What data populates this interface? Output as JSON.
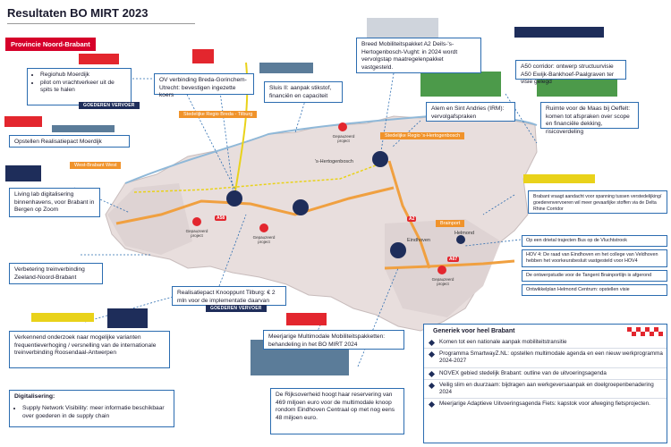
{
  "header": {
    "title": "Resultaten BO MIRT 2023",
    "province": "Provincie Noord-Brabant"
  },
  "colors": {
    "accent": "#d6002a",
    "navy": "#1e2d5a",
    "link": "#2b6cb0",
    "orange": "#f0932b",
    "map": "#e7dedc"
  },
  "left_boxes": {
    "moerdijk": [
      "Regiohub Moerdijk",
      "pilot om vrachtverkeer uit de spits te halen"
    ],
    "realisatiepact": "Opstellen Realisatiepact Moerdijk",
    "living_lab": "Living lab digitalisering binnenhavens, voor Brabant in Bergen op Zoom",
    "trein": "Verbetering treinverbinding Zeeland-Noord-Brabant",
    "verkennend": "Verkennend onderzoek naar mogelijke varianten frequentieverhoging / versnelling van de internationale treinverbinding Roosendaal-Antwerpen"
  },
  "tags": {
    "goederen": "GOEDEREN VERVOER"
  },
  "regions": {
    "breda_tilburg": "Stedelijke Regio Breda - Tilburg",
    "west_brabant": "West-Brabant West",
    "hertogenbosch": "Stedelijke Regio 's-Hertogenbosch",
    "brainport": "Brainport"
  },
  "top_boxes": {
    "ov": "OV verbinding Breda-Gorinchem-Utrecht: bevestigen ingezette koers",
    "sluis": "Sluis II: aanpak stikstof, financiën en capaciteit",
    "breed": "Breed Mobiliteitspakket A2 Deils-'s-Hertogenbosch-Vught: in 2024 wordt vervolgstap maatregelenpakket vastgesteld.",
    "alem": "Alem en Sint Andries (IRM): vervolgafspraken",
    "a50": "A50 corridor: ontwerp structuurvisie A50 Ewijk-Bankhoef-Paalgraven ter visie gelegd",
    "maas": "Ruimte voor de Maas bij Oeffelt: komen tot afspraken over scope en financiële dekking, risicoverdeling"
  },
  "mid_boxes": {
    "knooppunt": "Realisatiepact Knooppunt Tilburg: € 2 mln voor de implementatie daarvan",
    "meerjarige": "Meerjarige Multimodale Mobiliteitspakketten: behandeling in het BO MIRT 2024",
    "rijksoverheid": "De Rijksoverheid hoogt haar reservering van 469 miljoen euro voor de multimodale knoop rondom Eindhoven Centraal op met nog eens 48 miljoen euro.",
    "brabant_vraagt": "Brabant vraagt aandacht voor spanning tussen verstedelijking/ goederenvervoeren wil meer gevaarlijke stoffen via de Delta Rhine Corridor"
  },
  "right_list": [
    "Op een drietal trajecten Bus op de Vluchtstrook",
    "HOV 4: De raad van Eindhoven en het college van Veldhoven hebben het voorkeursbesluit vastgesteld voor HOV4",
    "De ontwerpstudie voor de Tangent Brainportlijn is afgerond",
    "Ontwikkelplan Helmond Centrum: opstellen visie"
  ],
  "generic": {
    "title": "Generiek voor heel Brabant",
    "items": [
      "Komen tot een nationale aanpak mobiliteitstransitie",
      "Programma SmartwayZ.NL: opstellen multimodale agenda en een nieuw werkprogramma 2024-2027",
      "NOVEX gebied stedelijk Brabant: outline van de uitvoeringsagenda",
      "Veilig slim en duurzaam: bijdragen aan werkgeversaanpak en doelgroepenbenadering 2024",
      "Meerjarige Adaptieve Uitvoeringsagenda Fiets: kapstok voor afweging fietsprojecten."
    ]
  },
  "digitalisering": {
    "title": "Digitalisering:",
    "item": "Supply Network Visibility: meer informatie beschikbaar over goederen in de supply chain"
  },
  "map_labels": {
    "gepauzeerd": "Gepauzeerd project",
    "hertogenbosch_city": "'s-Hertogenbosch",
    "eindhoven": "Eindhoven",
    "helmond": "Helmond",
    "a58": "A58",
    "a67": "A67",
    "a2": "A2"
  }
}
